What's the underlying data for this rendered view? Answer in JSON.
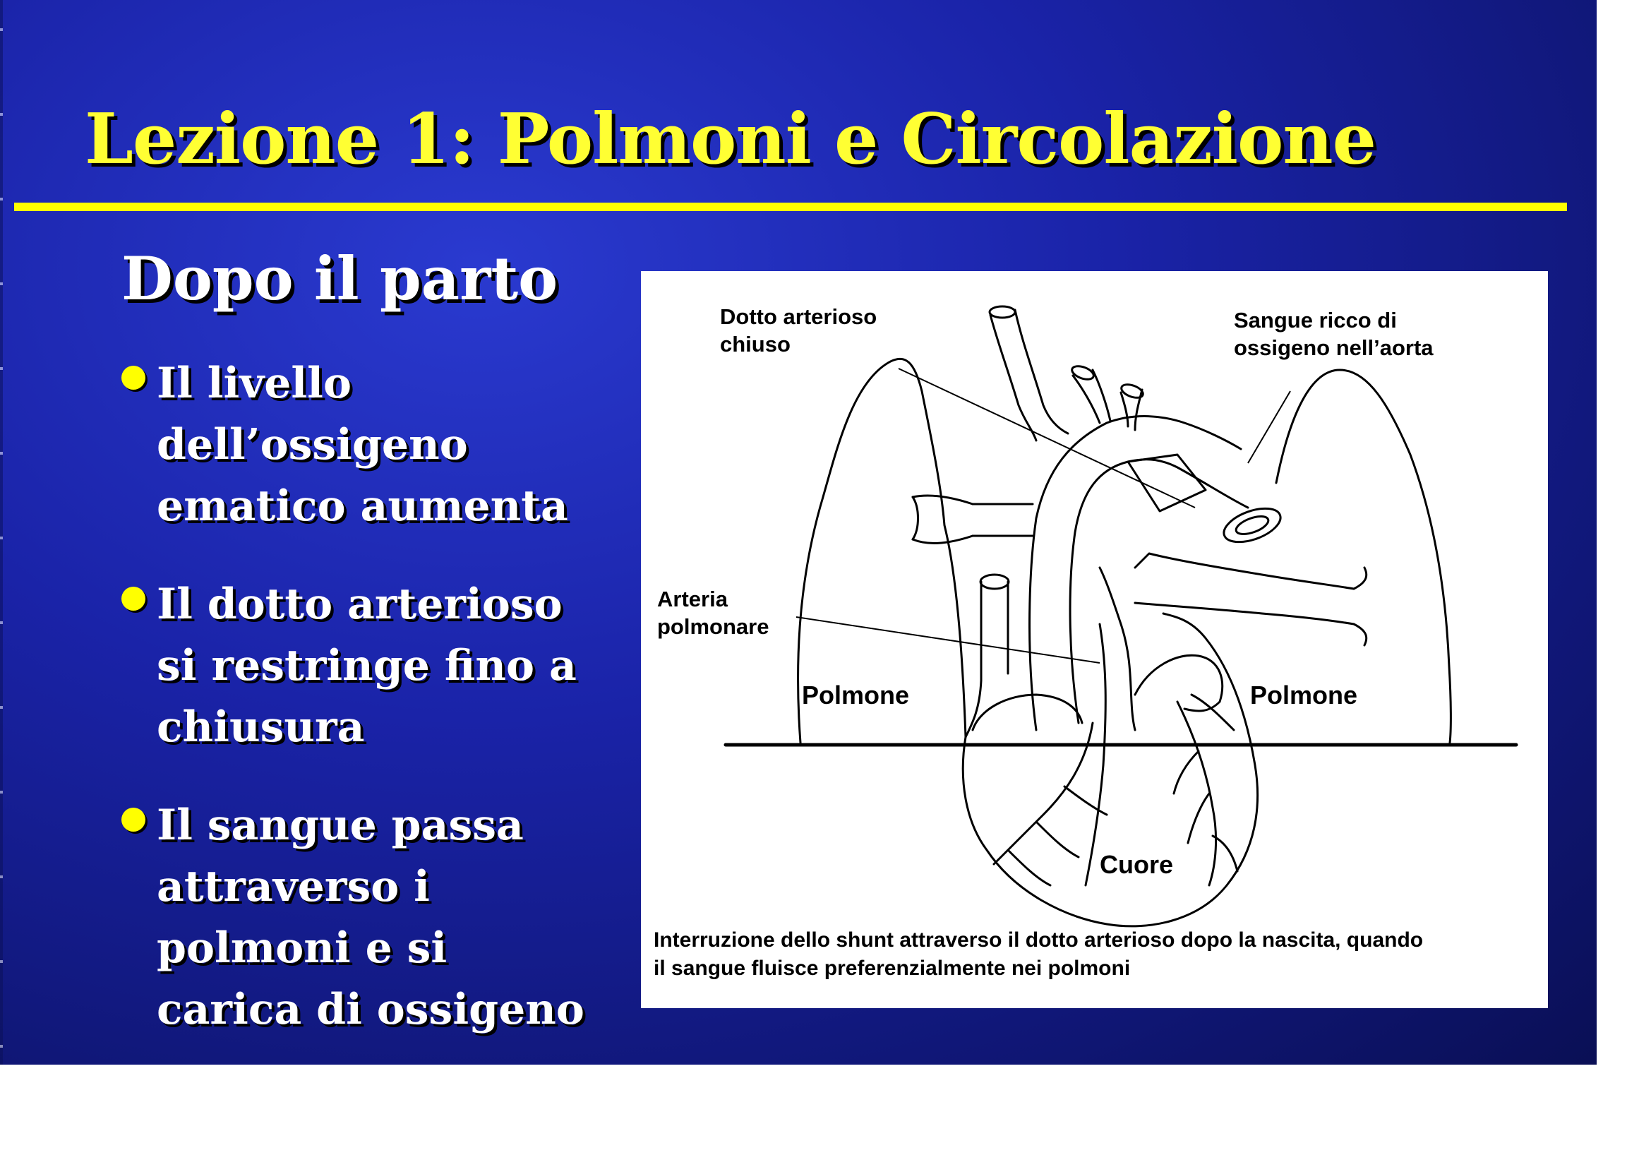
{
  "slide": {
    "title": "Lezione 1: Polmoni e Circolazione",
    "subtitle": "Dopo il parto",
    "bullets": [
      {
        "lines": [
          "Il livello",
          "dell’ossigeno",
          "ematico aumenta"
        ]
      },
      {
        "lines": [
          "Il dotto arterioso",
          "si restringe fino a",
          "chiusura"
        ]
      },
      {
        "lines": [
          "Il sangue passa",
          "attraverso i",
          "polmoni e si",
          "carica di ossigeno"
        ]
      }
    ],
    "colors": {
      "title": "#ffff33",
      "rule": "#ffff00",
      "background": "#1a23a8",
      "bullet_dot": "#ffff00"
    }
  },
  "figure": {
    "labels": {
      "dotto_line1": "Dotto arterioso",
      "dotto_line2": "chiuso",
      "sangue_line1": "Sangue ricco di",
      "sangue_line2": "ossigeno nell’aorta",
      "arteria_line1": "Arteria",
      "arteria_line2": "polmonare",
      "polmone_left": "Polmone",
      "polmone_right": "Polmone",
      "cuore": "Cuore"
    },
    "caption_line1": "Interruzione dello shunt attraverso il dotto arterioso dopo la nascita, quando",
    "caption_line2": "il sangue fluisce preferenzialmente nei polmoni"
  }
}
